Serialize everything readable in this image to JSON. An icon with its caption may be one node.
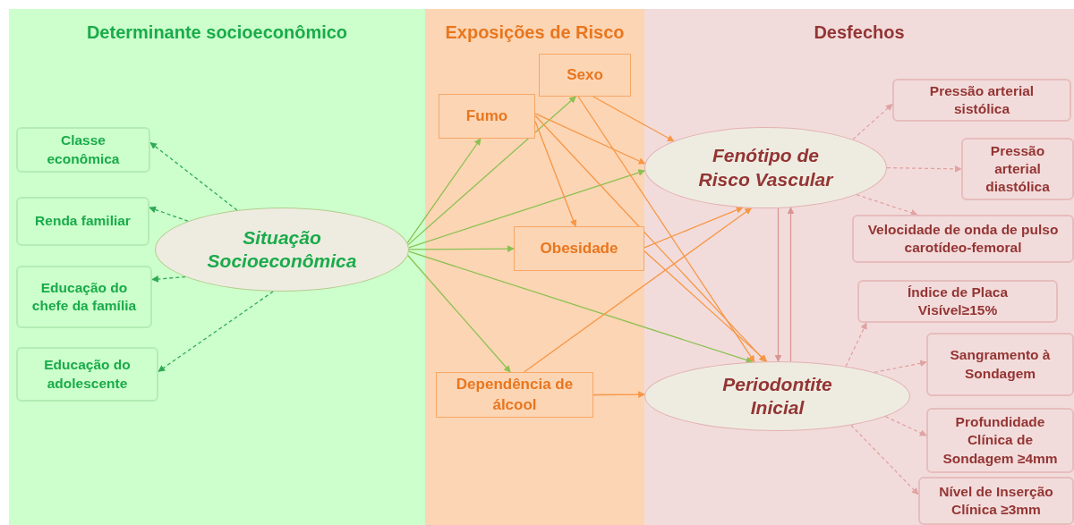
{
  "diagram": {
    "nodes": [
      {
        "text": [
          "Determinante socioeconômico"
        ]
      },
      {
        "text": [
          "Classe econômica"
        ],
        "in": 0
      },
      {
        "text": [
          "Renda familiar"
        ],
        "in": 0
      },
      {
        "text": [
          "Educação do chefe da família"
        ],
        "in": 0
      },
      {
        "text": [
          "Educação do adolescente"
        ],
        "in": 0
      },
      {
        "text": [
          "Situação Socioeconômica"
        ],
        "in": 0
      },
      {
        "text": [
          "Exposições de Risco"
        ]
      },
      {
        "text": [
          "Sexo"
        ],
        "in": 6
      },
      {
        "text": [
          "Fumo"
        ],
        "in": 6
      },
      {
        "text": [
          "Obesidade"
        ],
        "in": 6
      },
      {
        "text": [
          "Dependência de álcool"
        ],
        "in": 6
      },
      {
        "text": [
          "Desfechos"
        ]
      },
      {
        "text": [
          "Fenótipo de Risco Vascular"
        ],
        "in": 11
      },
      {
        "text": [
          "Pressão arterial sistólica"
        ],
        "in": 11
      },
      {
        "text": [
          "Pressão arterial diastólica"
        ],
        "in": 11
      },
      {
        "text": [
          "Velocidade de onda de pulso carotídeo-femoral"
        ],
        "in": 11
      },
      {
        "text": [
          "Índice de Placa Visível≥15%"
        ],
        "in": 11
      },
      {
        "text": [
          "Sangramento à Sondagem"
        ],
        "in": 11
      },
      {
        "text": [
          "Periodontite Inicial"
        ],
        "in": 11
      },
      {
        "text": [
          "Profundidade Clínica de Sondagem ≥4mm"
        ],
        "in": 11
      },
      {
        "text": [
          "Nível de Inserção Clínica ≥3mm"
        ],
        "in": 11
      }
    ],
    "edges": [
      {
        "from": 5,
        "to": 1,
        "arrow": "to",
        "style": "dashed",
        "color": "#2eaa55"
      },
      {
        "from": 5,
        "to": 2,
        "arrow": "to",
        "style": "dashed",
        "color": "#2eaa55"
      },
      {
        "from": 5,
        "to": 3,
        "arrow": "to",
        "style": "dashed",
        "color": "#2eaa55"
      },
      {
        "from": 5,
        "to": 4,
        "arrow": "to",
        "style": "dashed",
        "color": "#2eaa55"
      },
      {
        "from": 5,
        "to": 8,
        "arrow": "to",
        "color": "#8cc152"
      },
      {
        "from": 5,
        "to": 7,
        "arrow": "to",
        "color": "#8cc152"
      },
      {
        "from": 5,
        "to": 12,
        "arrow": "to",
        "color": "#8cc152"
      },
      {
        "from": 5,
        "to": 9,
        "arrow": "to",
        "color": "#8cc152"
      },
      {
        "from": 5,
        "to": 18,
        "arrow": "to",
        "color": "#8cc152"
      },
      {
        "from": 5,
        "to": 10,
        "arrow": "to",
        "color": "#8cc152"
      },
      {
        "from": 8,
        "to": 12,
        "arrow": "to"
      },
      {
        "from": 8,
        "to": 9,
        "arrow": "to"
      },
      {
        "from": 8,
        "to": 18,
        "arrow": "to"
      },
      {
        "from": 7,
        "to": 12,
        "arrow": "to"
      },
      {
        "from": 7,
        "to": 18,
        "arrow": "to"
      },
      {
        "from": 9,
        "to": 12,
        "arrow": "to"
      },
      {
        "from": 9,
        "to": 18,
        "arrow": "to"
      },
      {
        "from": 10,
        "to": 12,
        "arrow": "to"
      },
      {
        "from": 10,
        "to": 18,
        "arrow": "to"
      },
      {
        "from": 12,
        "to": 18,
        "arrow": "to",
        "color": "#d99594"
      },
      {
        "from": 18,
        "to": 12,
        "arrow": "to",
        "color": "#d99594"
      },
      {
        "from": 12,
        "to": 13,
        "arrow": "to",
        "style": "dashed",
        "color": "#e0a3a3"
      },
      {
        "from": 12,
        "to": 14,
        "arrow": "to",
        "style": "dashed",
        "color": "#e0a3a3"
      },
      {
        "from": 12,
        "to": 15,
        "arrow": "to",
        "style": "dashed",
        "color": "#e0a3a3"
      },
      {
        "from": 18,
        "to": 16,
        "arrow": "to",
        "style": "dashed",
        "color": "#e0a3a3"
      },
      {
        "from": 18,
        "to": 17,
        "arrow": "to",
        "style": "dashed",
        "color": "#e0a3a3"
      },
      {
        "from": 18,
        "to": 19,
        "arrow": "to",
        "style": "dashed",
        "color": "#e0a3a3"
      },
      {
        "from": 18,
        "to": 20,
        "arrow": "to",
        "style": "dashed",
        "color": "#e0a3a3"
      }
    ]
  }
}
